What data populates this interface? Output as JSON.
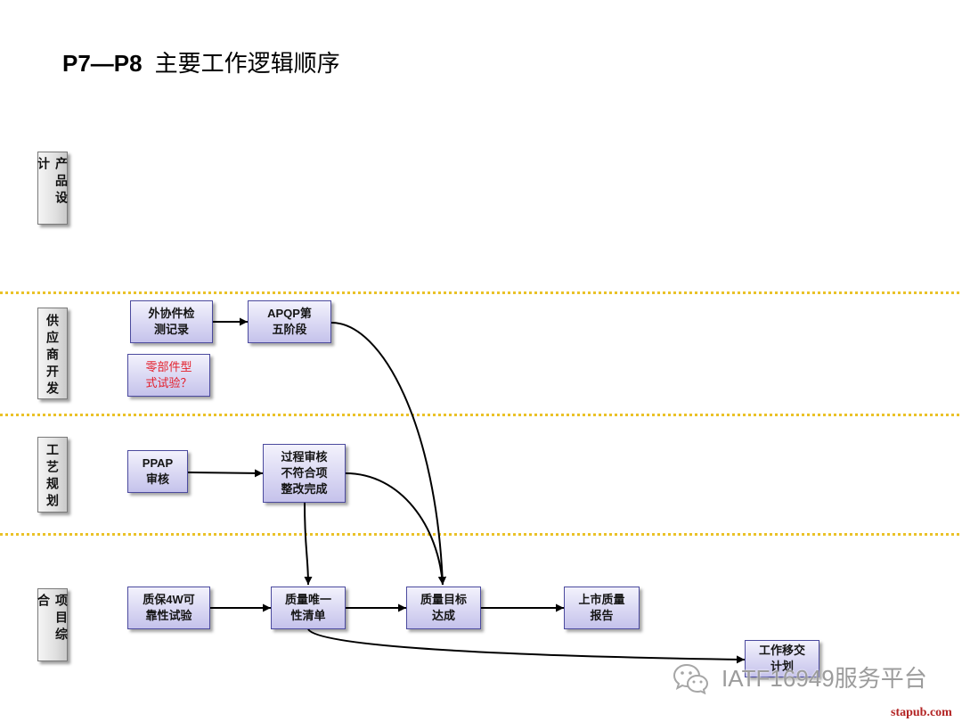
{
  "title": {
    "code": "P7—P8",
    "text": "主要工作逻辑顺序"
  },
  "lanes": [
    {
      "label": "产品设计"
    },
    {
      "label": "供应商开发"
    },
    {
      "label": "工艺规划"
    },
    {
      "label": "项目综合"
    }
  ],
  "nodes": {
    "outsourced_inspection": {
      "lines": [
        "外协件检",
        "测记录"
      ]
    },
    "apqp_phase5": {
      "lines": [
        "APQP第",
        "五阶段"
      ]
    },
    "part_type_test": {
      "lines": [
        "零部件型",
        "式试验？"
      ]
    },
    "ppap_review": {
      "lines": [
        "PPAP",
        "审核"
      ]
    },
    "process_audit": {
      "lines": [
        "过程审核",
        "不符合项",
        "整改完成"
      ]
    },
    "reliability_test": {
      "lines": [
        "质保4W可",
        "靠性试验"
      ]
    },
    "uniqueness_list": {
      "lines": [
        "质量唯一",
        "性清单"
      ]
    },
    "quality_target": {
      "lines": [
        "质量目标",
        "达成"
      ]
    },
    "launch_report": {
      "lines": [
        "上市质量",
        "报告"
      ]
    },
    "handover_plan": {
      "lines": [
        "工作移交",
        "计划"
      ]
    }
  },
  "watermark": {
    "icon": "wechat-icon",
    "text": "IATF16949服务平台"
  },
  "site_credit": "stapub.com",
  "colors": {
    "divider": "#eac228",
    "node_border": "#4b4a9e",
    "warning_text": "#e3202c",
    "arrow": "#000000",
    "credit": "#b32424",
    "watermark": "#9c9c9c"
  }
}
